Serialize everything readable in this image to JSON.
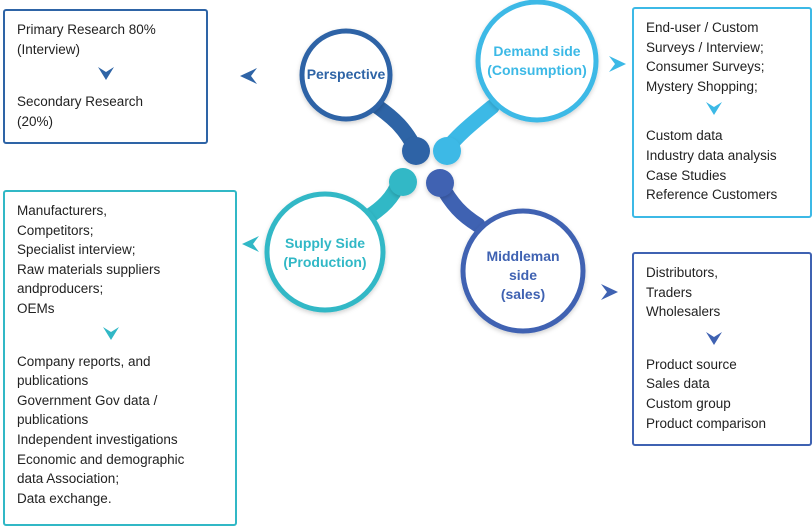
{
  "perspective": {
    "label": "Perspective",
    "color": "#2e64a6",
    "box": {
      "primary": [
        "Primary Research 80%",
        "(Interview)"
      ],
      "secondary": [
        "Secondary Research",
        "(20%)"
      ]
    }
  },
  "demand": {
    "label": [
      "Demand side",
      "(Consumption)"
    ],
    "color": "#3cb9e6",
    "box": {
      "primary": [
        "End-user / Custom",
        "Surveys / Interview;",
        "Consumer Surveys;",
        "Mystery Shopping;"
      ],
      "secondary": [
        "Custom data",
        "Industry data analysis",
        "Case Studies",
        "Reference Customers"
      ]
    }
  },
  "supply": {
    "label": [
      "Supply Side",
      "(Production)"
    ],
    "color": "#31b8c6",
    "box": {
      "primary": [
        "Manufacturers,",
        "Competitors;",
        "Specialist interview;",
        "Raw materials suppliers",
        "andproducers;",
        "OEMs"
      ],
      "secondary": [
        "Company reports, and",
        "publications",
        "Government Gov data /",
        "publications",
        "Independent investigations",
        "Economic and demographic",
        "data Association;",
        "Data exchange."
      ]
    }
  },
  "middleman": {
    "label": [
      "Middleman",
      "side",
      "(sales)"
    ],
    "color": "#3f62b2",
    "box": {
      "primary": [
        "Distributors,",
        "Traders",
        "Wholesalers"
      ],
      "secondary": [
        "Product source",
        "Sales data",
        "Custom group",
        "Product comparison"
      ]
    }
  },
  "icons": [
    "chevron-left-icon",
    "chevron-right-icon",
    "chevron-down-icon"
  ]
}
